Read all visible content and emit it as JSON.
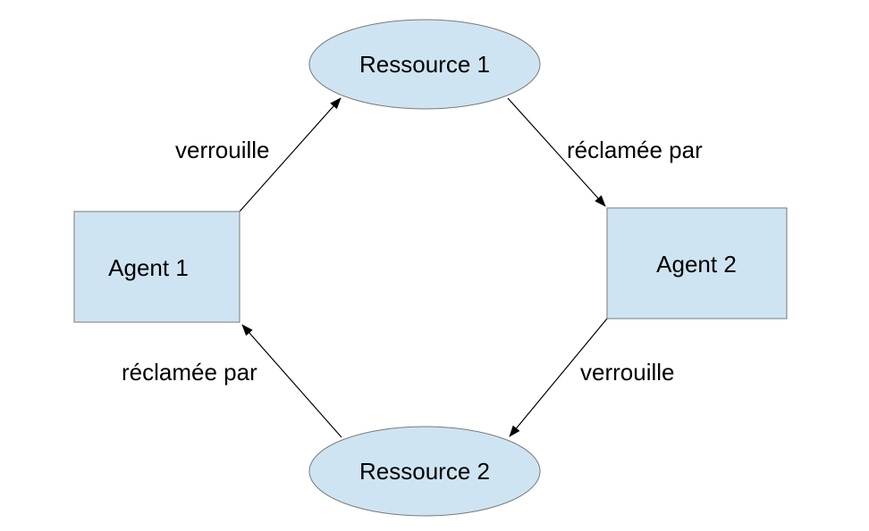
{
  "colors": {
    "node_fill": "#cfe4f2",
    "node_stroke": "#7a7a7a",
    "edge": "#000000"
  },
  "nodes": {
    "ressource1": {
      "label": "Ressource 1"
    },
    "ressource2": {
      "label": "Ressource 2"
    },
    "agent1": {
      "label": "Agent 1"
    },
    "agent2": {
      "label": "Agent 2"
    }
  },
  "edges": {
    "agent1_to_ressource1": {
      "label": "verrouille"
    },
    "ressource1_to_agent2": {
      "label": "réclamée par"
    },
    "agent2_to_ressource2": {
      "label": "verrouille"
    },
    "ressource2_to_agent1": {
      "label": "réclamée par"
    }
  }
}
